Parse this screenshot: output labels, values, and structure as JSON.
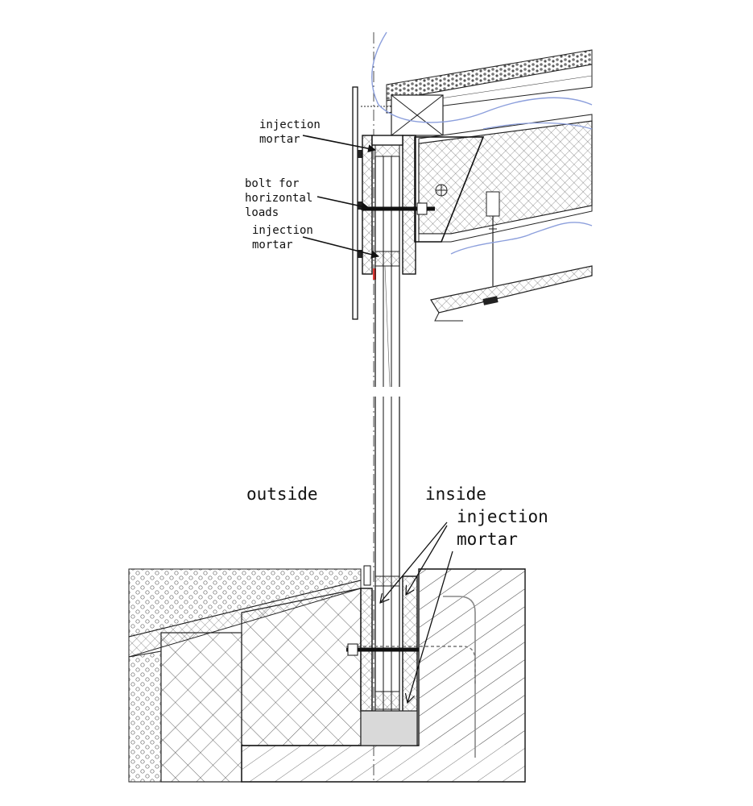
{
  "top_detail": {
    "label_1_line1": "injection",
    "label_1_line2": "mortar",
    "label_2_line1": "bolt for",
    "label_2_line2": "horizontal",
    "label_2_line3": "loads",
    "label_3_line1": "injection",
    "label_3_line2": "mortar"
  },
  "bottom_detail": {
    "outside_label": "outside",
    "inside_label": "inside",
    "label_mortar_line1": "injection",
    "label_mortar_line2": "mortar"
  },
  "colors": {
    "line": "#111111",
    "blue_curve": "#8c9fdc",
    "mortar_fill": "#d9d9d9",
    "red_mark": "#e53935"
  }
}
